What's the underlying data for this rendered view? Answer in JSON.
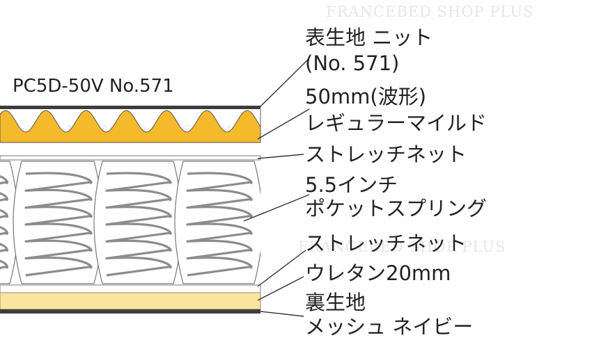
{
  "model": "PC5D-50V  No.571",
  "watermark": "FRANCEBED SHOP PLUS",
  "colors": {
    "wave_foam": "#f5b92c",
    "urethane": "#fbe59e",
    "edge": "#3d3d3d",
    "spring": "#8c8c8c",
    "leader": "#333333",
    "text": "#222222"
  },
  "layers": [
    {
      "id": "top-fabric",
      "lines": [
        "表生地 ニット",
        "(No. 571)"
      ]
    },
    {
      "id": "wave-foam",
      "lines": [
        "50mm(波形)",
        "レギュラーマイルド"
      ]
    },
    {
      "id": "stretch-net-top",
      "lines": [
        "ストレッチネット"
      ]
    },
    {
      "id": "pocket-spring",
      "lines": [
        "5.5インチ",
        "ポケットスプリング"
      ]
    },
    {
      "id": "stretch-net-bottom",
      "lines": [
        "ストレッチネット"
      ]
    },
    {
      "id": "urethane",
      "lines": [
        "ウレタン20mm"
      ]
    },
    {
      "id": "bottom-fabric",
      "lines": [
        "裏生地",
        "メッシュ ネイビー"
      ]
    }
  ]
}
